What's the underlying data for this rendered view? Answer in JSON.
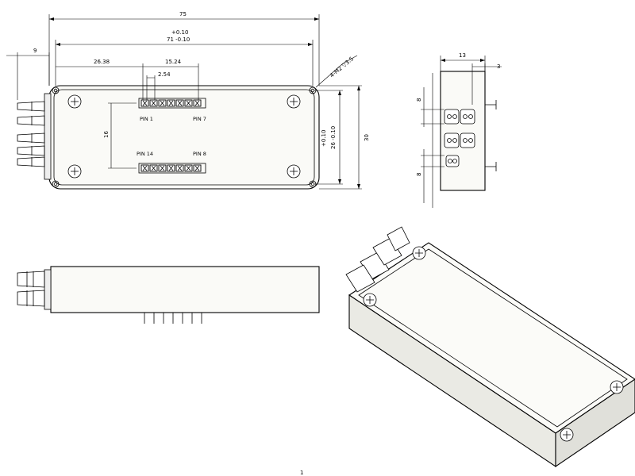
{
  "dimensions": {
    "overall_length": "75",
    "tol_upper": "+0.10",
    "hole_spacing": "71 -0.10",
    "left_offset": "9",
    "pin1_offset": "26.38",
    "pin_row_length": "15.24",
    "pin_pitch": "2.54",
    "hole_callout": "4-M2 ▽3.5",
    "row_spacing": "16",
    "height_tol_upper": "+0.10",
    "hole_height": "26 -0.10",
    "overall_height": "30",
    "side_width": "13",
    "side_offset": "3",
    "side_dim_a": "8",
    "side_dim_b": "8"
  },
  "labels": {
    "pin1": "PIN 1",
    "pin7": "PIN 7",
    "pin14": "PIN 14",
    "pin8": "PIN 8"
  },
  "page_mark": "1"
}
